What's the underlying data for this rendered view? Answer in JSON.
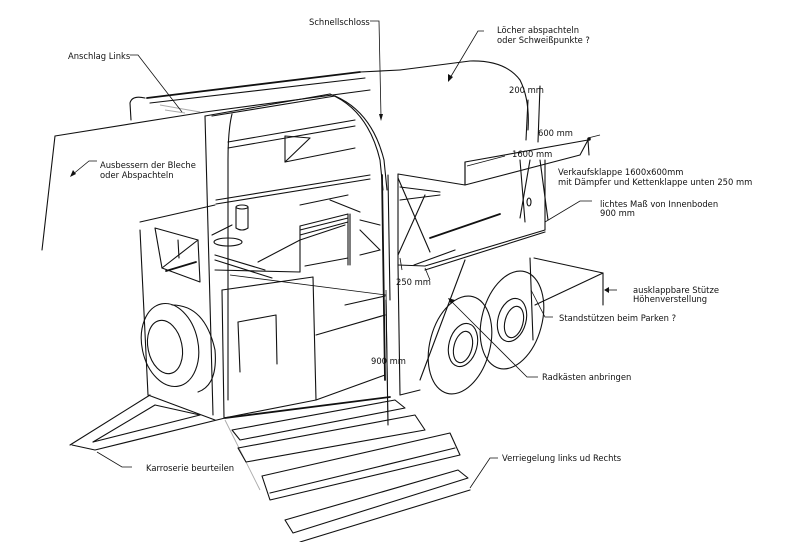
{
  "diagram": {
    "title": "Verkaufsanhänger Umbau Skizze",
    "annotations": [
      {
        "id": "schnellschloss",
        "lines": [
          "Schnellschloss"
        ]
      },
      {
        "id": "loecher",
        "lines": [
          "Löcher abspachteln",
          "oder Schweißpunkte ?"
        ]
      },
      {
        "id": "anschlag",
        "lines": [
          "Anschlag Links"
        ]
      },
      {
        "id": "ausbessern",
        "lines": [
          "Ausbessern der Bleche",
          "oder Abspachteln"
        ]
      },
      {
        "id": "verkaufsklappe",
        "lines": [
          "Verkaufsklappe 1600x600mm",
          "mit Dämpfer und Kettenklappe unten 250 mm"
        ]
      },
      {
        "id": "lichtes",
        "lines": [
          "lichtes Maß von Innenboden",
          "900 mm"
        ]
      },
      {
        "id": "stuetze",
        "lines": [
          "ausklappbare Stütze",
          "Höhenverstellung"
        ]
      },
      {
        "id": "standstuetzen",
        "lines": [
          "Standstützen beim Parken ?"
        ]
      },
      {
        "id": "radkaesten",
        "lines": [
          "Radkästen anbringen"
        ]
      },
      {
        "id": "verriegelung",
        "lines": [
          "Verriegelung links ud Rechts"
        ]
      },
      {
        "id": "karroserie",
        "lines": [
          "Karroserie beurteilen"
        ]
      }
    ],
    "dimensions": {
      "d200": "200 mm",
      "d600": "600 mm",
      "d1600": "1600 mm",
      "d250": "250 mm",
      "d900": "900 mm"
    }
  }
}
